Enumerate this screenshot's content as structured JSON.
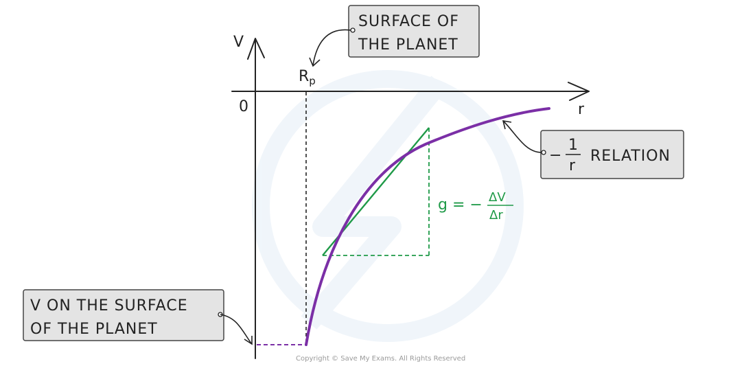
{
  "axes": {
    "y_label": "V",
    "x_label": "r",
    "origin_label": "0",
    "rp_main": "R",
    "rp_sub": "p"
  },
  "callouts": {
    "surface_line1": "SURFACE OF",
    "surface_line2": "THE PLANET",
    "relation_prefix": "−",
    "relation_num": "1",
    "relation_den": "r",
    "relation_text": "RELATION",
    "v_surface_line1": "V ON THE SURFACE",
    "v_surface_line2": "OF THE PLANET"
  },
  "gradient": {
    "lhs": "g = −",
    "num": "ΔV",
    "den": "Δr"
  },
  "copyright": "Copyright © Save My Exams. All Rights Reserved",
  "colors": {
    "curve": "#7b2fa6",
    "tangent": "#1f9a48",
    "axis": "#222222",
    "box_fill": "#e4e4e4",
    "box_stroke": "#444444",
    "watermark": "#e8f1f8"
  }
}
